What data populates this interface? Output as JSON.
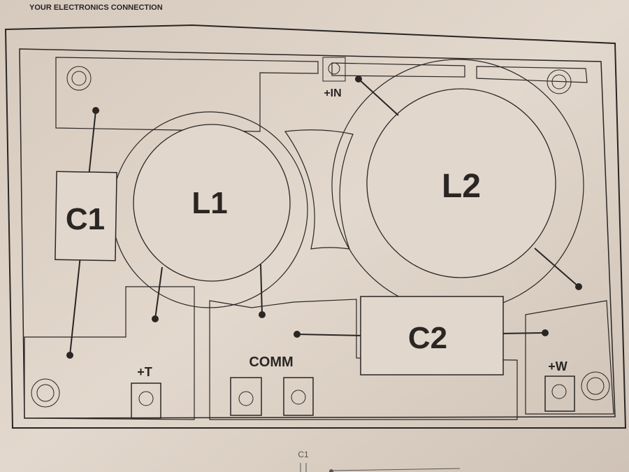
{
  "header": {
    "tagline": "YOUR ELECTRONICS CONNECTION"
  },
  "board": {
    "components": {
      "c1": "C1",
      "l1": "L1",
      "l2": "L2",
      "c2": "C2"
    },
    "terminals": {
      "input": "+IN",
      "tweeter": "+T",
      "common": "COMM",
      "woofer": "+W"
    }
  },
  "schematic": {
    "c1": "C1"
  },
  "colors": {
    "paper": "#d9ccc0",
    "ink": "#2a2624"
  }
}
